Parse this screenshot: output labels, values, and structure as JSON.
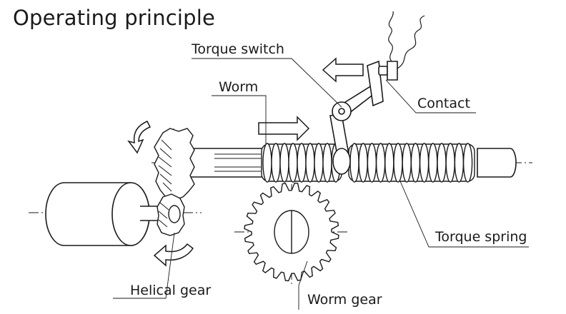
{
  "title": "Operating principle",
  "labels": {
    "torque_switch": "Torque switch",
    "worm": "Worm",
    "contact": "Contact",
    "torque_spring": "Torque spring",
    "helical_gear": "Helical gear",
    "worm_gear": "Worm gear"
  },
  "colors": {
    "line": "#1a1a1a",
    "background": "#ffffff"
  }
}
